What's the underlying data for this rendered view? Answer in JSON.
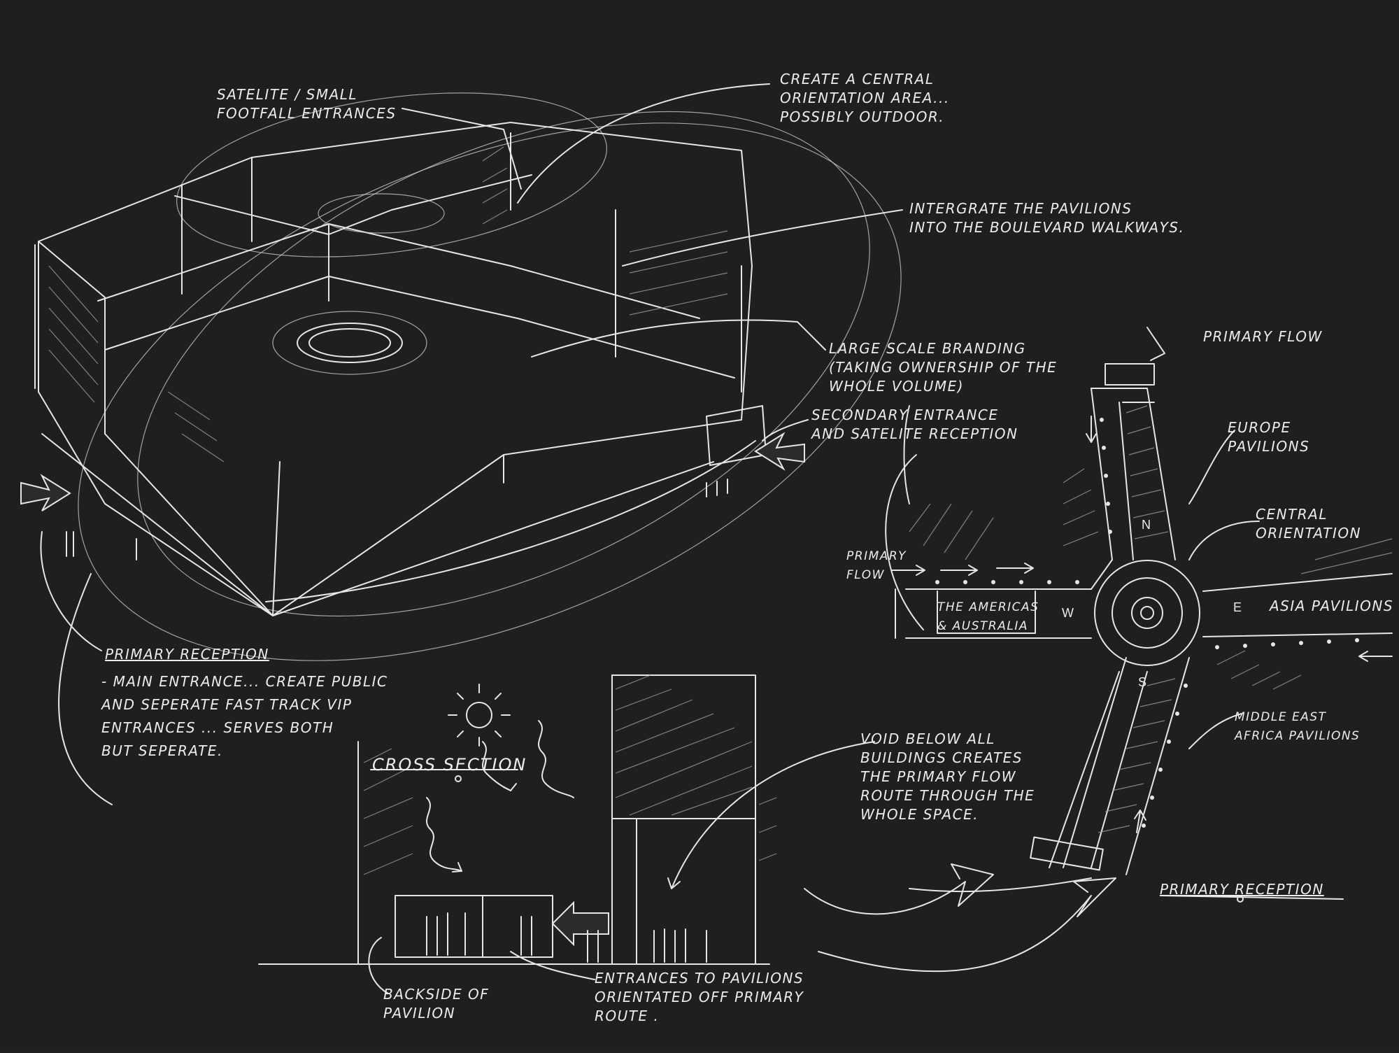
{
  "annotations": {
    "satellite_entrances": "SATELITE / SMALL\nFOOTFALL ENTRANCES",
    "central_orientation_area": "CREATE A CENTRAL\nORIENTATION AREA...\nPOSSIBLY OUTDOOR.",
    "integrate_pavilions": "INTERGRATE THE PAVILIONS\nINTO THE BOULEVARD WALKWAYS.",
    "large_scale_branding": "LARGE SCALE BRANDING\n(TAKING OWNERSHIP OF THE\nWHOLE VOLUME)",
    "secondary_entrance": "SECONDARY ENTRANCE\nAND SATELITE RECEPTION",
    "primary_reception_title": "PRIMARY RECEPTION",
    "primary_reception_body": "- MAIN ENTRANCE... CREATE PUBLIC\nAND SEPERATE FAST TRACK VIP\nENTRANCES ... SERVES BOTH\nBUT SEPERATE.",
    "cross_section": "CROSS SECTION",
    "void_below": "VOID BELOW ALL\nBUILDINGS CREATES\nTHE PRIMARY FLOW\nROUTE THROUGH THE\nWHOLE SPACE.",
    "backside": "BACKSIDE OF\nPAVILION",
    "entrances_to_pavilions": "ENTRANCES TO PAVILIONS\nORIENTATED OFF PRIMARY\nROUTE .",
    "primary_flow_top": "PRIMARY FLOW",
    "europe": "EUROPE\nPAVILIONS",
    "central_orientation": "CENTRAL\nORIENTATION",
    "primary_flow_left": "PRIMARY\nFLOW",
    "americas": "THE AMERICAS\n& AUSTRALIA",
    "asia": "ASIA PAVILIONS",
    "middle_east": "MIDDLE EAST\nAFRICA PAVILIONS",
    "primary_reception_bottom": "PRIMARY RECEPTION"
  },
  "compass": {
    "n": "N",
    "s": "S",
    "e": "E",
    "w": "W"
  },
  "colors": {
    "background": "#1f1f1f",
    "ink": "#e6e6e6"
  }
}
